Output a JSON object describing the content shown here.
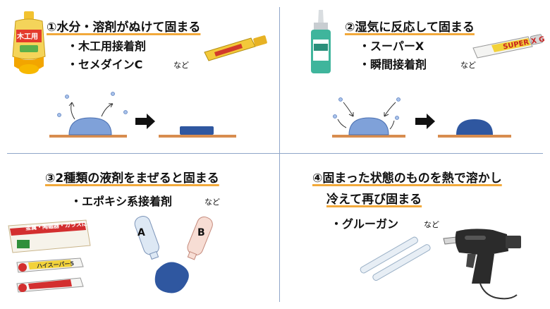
{
  "q1": {
    "title": "①水分・溶剤がぬけて固まる",
    "items": [
      "・木工用接着剤",
      "・セメダインC"
    ],
    "nado": "など",
    "bottle_label": "木工用"
  },
  "q2": {
    "title": "②湿気に反応して固まる",
    "items": [
      "・スーパーX",
      "・瞬間接着剤"
    ],
    "nado": "など",
    "tube_label": "SUPER X G"
  },
  "q3": {
    "title": "③2種類の液剤をまぜると固まる",
    "items": [
      "・エポキシ系接着剤"
    ],
    "nado": "など",
    "tube_a": "A",
    "tube_b": "B",
    "box_label": "金属・陶磁器・ガラスに",
    "epoxy_tube_label": "ハイスーパー5"
  },
  "q4": {
    "title_line1": "④固まった状態のものを熱で溶かし",
    "title_line2": "冷えて再び固まる",
    "items": [
      "・グルーガン"
    ],
    "nado": "など"
  },
  "colors": {
    "blob": "#7fa1d9",
    "blob_dark": "#2f57a0",
    "board": "#d88d4f",
    "divider": "#8fa6c9",
    "underline": "#f2a93b",
    "arrow": "#111111"
  }
}
